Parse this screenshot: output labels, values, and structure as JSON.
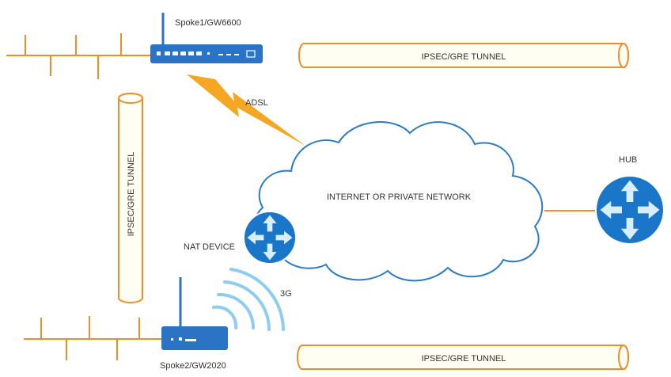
{
  "labels": {
    "spoke1": "Spoke1/GW6600",
    "spoke2": "Spoke2/GW2020",
    "hub": "HUB",
    "nat": "NAT DEVICE",
    "adsl": "ADSL",
    "threeg": "3G",
    "cloud": "INTERNET OR PRIVATE NETWORK",
    "tunnel_top": "IPSEC/GRE TUNNEL",
    "tunnel_vertical": "IPSEC/GRE TUNNEL",
    "tunnel_bottom": "IPSEC/GRE TUNNEL"
  },
  "colors": {
    "orange": "#f28c28",
    "tunnel_fill": "#fffef2",
    "router_blue": "#1976c9",
    "device_blue": "#2a73c5",
    "cloud_stroke": "#2d7bc4",
    "wifi_blue": "#8ecdf0"
  },
  "icons": [
    "router-icon",
    "firewall-device-icon",
    "cloud-icon",
    "lightning-icon",
    "wireless-icon"
  ]
}
